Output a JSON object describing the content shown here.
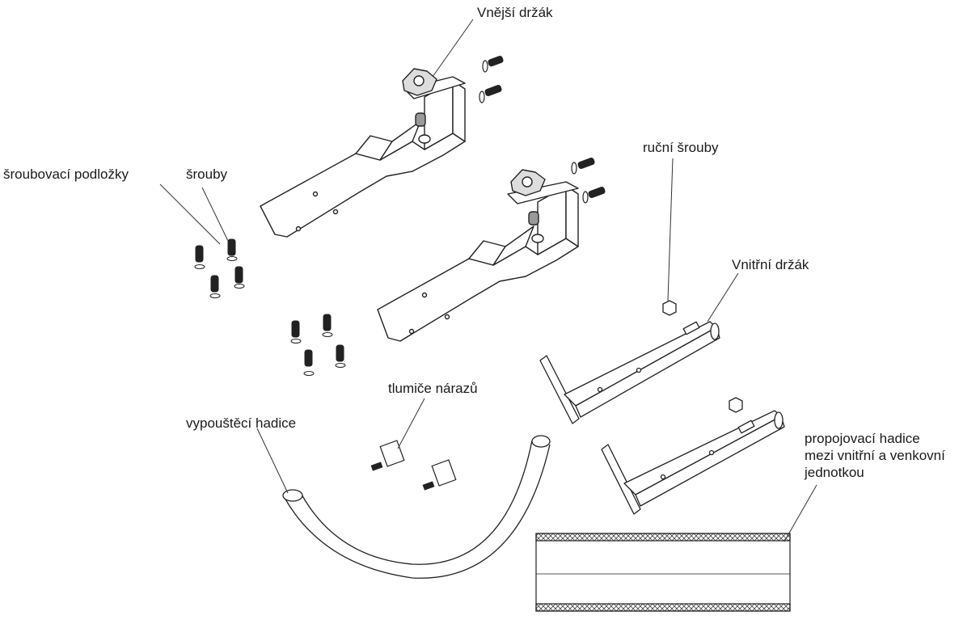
{
  "labels": {
    "outer_bracket": "Vnější držák",
    "washers": "šroubovací podložky",
    "screws": "šrouby",
    "hand_screws": "ruční šrouby",
    "inner_bracket": "Vnitřní držák",
    "shock_absorbers": "tlumiče nárazů",
    "drain_hose": "vypouštěcí hadice",
    "connecting_hose": {
      "line1": "propojovací hadice",
      "line2": "mezi vnitřní a venkovní",
      "line3": "jednotkou"
    }
  }
}
